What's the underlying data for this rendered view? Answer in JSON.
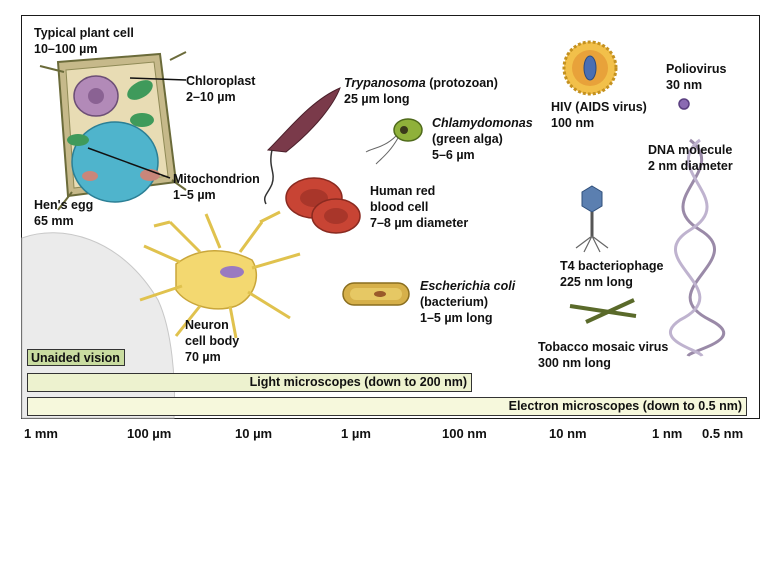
{
  "labels": {
    "plant_cell_title": "Typical plant cell",
    "plant_cell_size": "10–100 µm",
    "chloroplast_title": "Chloroplast",
    "chloroplast_size": "2–10 µm",
    "mitochondrion_title": "Mitochondrion",
    "mitochondrion_size": "1–5 µm",
    "hens_egg_title": "Hen's egg",
    "hens_egg_size": "65 mm",
    "trypanosoma_name": "Trypanosoma",
    "trypanosoma_type": " (protozoan)",
    "trypanosoma_size": "25 µm long",
    "chlamydomonas_name": "Chlamydomonas",
    "chlamydomonas_type": "(green alga)",
    "chlamydomonas_size": "5–6 µm",
    "hiv_title": "HIV (AIDS virus)",
    "hiv_size": "100 nm",
    "poliovirus_title": "Poliovirus",
    "poliovirus_size": "30 nm",
    "dna_title": "DNA molecule",
    "dna_size": "2 nm diameter",
    "rbc_line1": "Human red",
    "rbc_line2": "blood cell",
    "rbc_size": "7–8 µm diameter",
    "t4_title": "T4 bacteriophage",
    "t4_size": "225 nm long",
    "neuron_line1": "Neuron",
    "neuron_line2": "cell body",
    "neuron_size": "70 µm",
    "ecoli_name": "Escherichia coli",
    "ecoli_type": "(bacterium)",
    "ecoli_size": "1–5 µm long",
    "tmv_title": "Tobacco mosaic virus",
    "tmv_size": "300 nm long"
  },
  "bars": {
    "unaided": "Unaided vision",
    "light": "Light microscopes (down to 200 nm)",
    "electron": "Electron microscopes (down to 0.5 nm)"
  },
  "scale": [
    "1 mm",
    "100 µm",
    "10 µm",
    "1 µm",
    "100 nm",
    "10 nm",
    "1 nm",
    "0.5 nm"
  ],
  "colors": {
    "unaided_bar": "#c9dca0",
    "light_bar": "#edf2cf",
    "electron_bar": "#f6f8dc"
  }
}
